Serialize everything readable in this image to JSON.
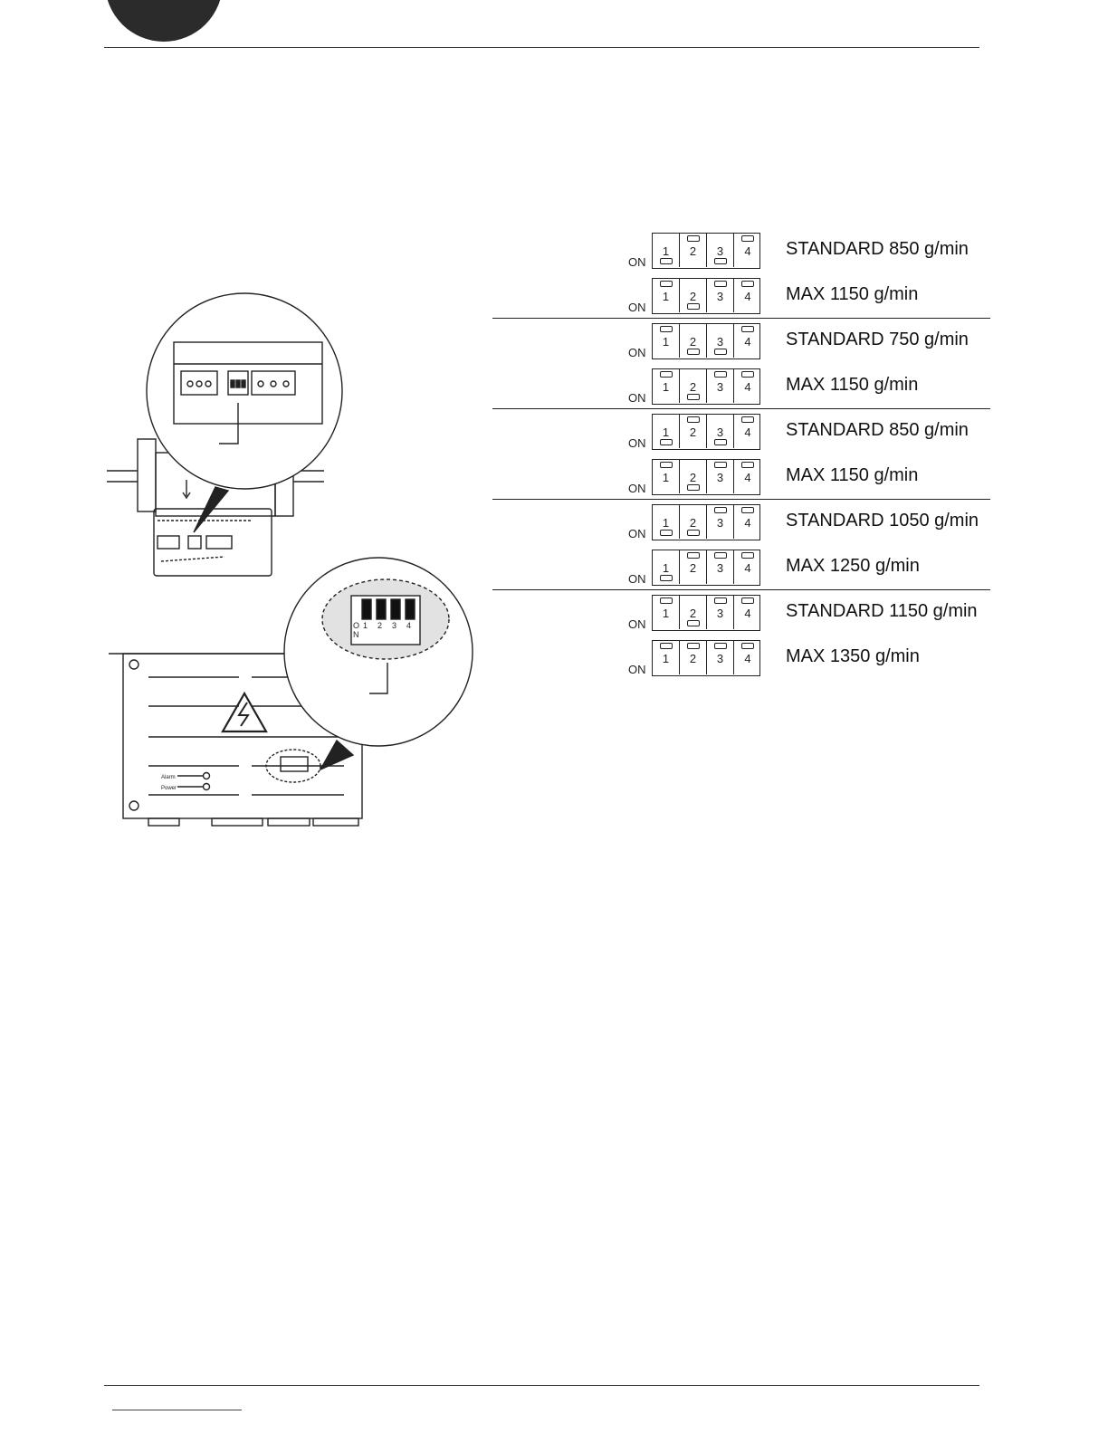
{
  "figure": {
    "controller": {
      "led_labels": [
        "Alarm",
        "Power"
      ]
    },
    "dip_zoom": {
      "on_label": "O\nN",
      "numbers": [
        "1",
        "2",
        "3",
        "4"
      ]
    }
  },
  "switch_groups": [
    {
      "rows": [
        {
          "on_label": "ON",
          "switches": [
            true,
            false,
            true,
            false
          ],
          "mode": "STANDARD 850 g/min"
        },
        {
          "on_label": "ON",
          "switches": [
            false,
            true,
            false,
            false
          ],
          "mode": "MAX 1150 g/min"
        }
      ]
    },
    {
      "rows": [
        {
          "on_label": "ON",
          "switches": [
            false,
            true,
            true,
            false
          ],
          "mode": "STANDARD 750 g/min"
        },
        {
          "on_label": "ON",
          "switches": [
            false,
            true,
            false,
            false
          ],
          "mode": "MAX 1150 g/min"
        }
      ]
    },
    {
      "rows": [
        {
          "on_label": "ON",
          "switches": [
            true,
            false,
            true,
            false
          ],
          "mode": "STANDARD 850 g/min"
        },
        {
          "on_label": "ON",
          "switches": [
            false,
            true,
            false,
            false
          ],
          "mode": "MAX 1150 g/min"
        }
      ]
    },
    {
      "rows": [
        {
          "on_label": "ON",
          "switches": [
            true,
            true,
            false,
            false
          ],
          "mode": "STANDARD 1050 g/min"
        },
        {
          "on_label": "ON",
          "switches": [
            true,
            false,
            false,
            false
          ],
          "mode": "MAX 1250 g/min"
        }
      ]
    },
    {
      "rows": [
        {
          "on_label": "ON",
          "switches": [
            false,
            true,
            false,
            false
          ],
          "mode": "STANDARD 1150 g/min"
        },
        {
          "on_label": "ON",
          "switches": [
            false,
            false,
            false,
            false
          ],
          "mode": "MAX 1350 g/min"
        }
      ]
    }
  ]
}
